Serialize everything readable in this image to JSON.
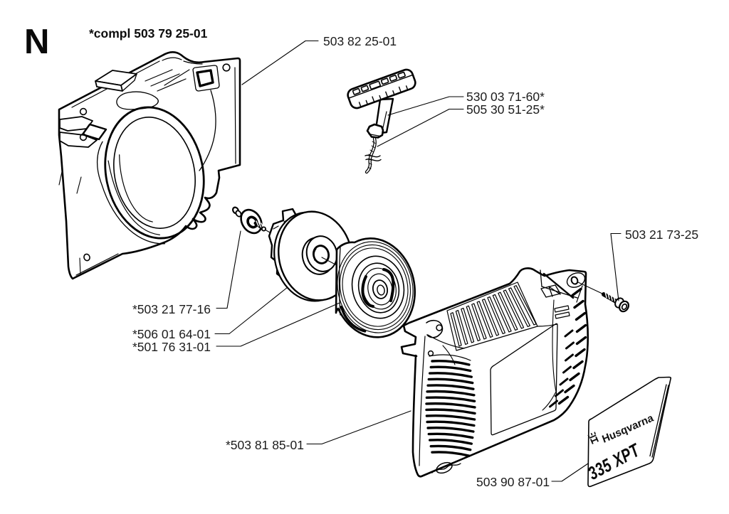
{
  "page": {
    "section_letter": "N",
    "assembly_note": "*compl 503 79 25-01"
  },
  "callouts": {
    "fan_housing": {
      "part_number": "503 82 25-01"
    },
    "starter_handle": {
      "part_number": "530 03 71-60*"
    },
    "starter_rope": {
      "part_number": "505 30 51-25*"
    },
    "cover_screw": {
      "part_number": "503 21 73-25"
    },
    "pulley_screw": {
      "part_number": "*503 21 77-16"
    },
    "starter_pulley": {
      "part_number": "*506 01 64-01"
    },
    "recoil_spring": {
      "part_number": "*501 76 31-01"
    },
    "starter_cover": {
      "part_number": "*503 81 85-01"
    },
    "decal_label": {
      "part_number": "503 90 87-01"
    }
  },
  "decal": {
    "brand": "Husqvarna",
    "model": "335 XPT"
  }
}
